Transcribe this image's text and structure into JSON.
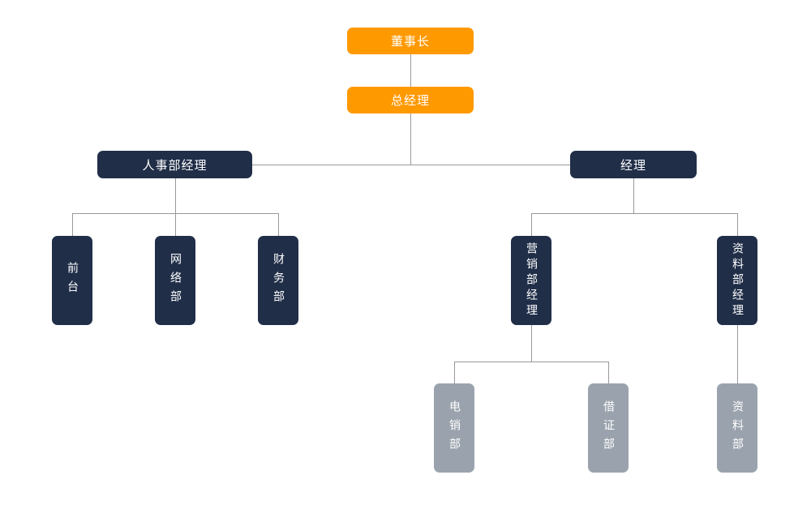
{
  "colors": {
    "executive": "#FF9900",
    "manager": "#202E48",
    "department": "#9AA3AD",
    "line": "#999999",
    "text": "#FFFFFF",
    "background": "#FFFFFF"
  },
  "nodes": {
    "chairman": {
      "label": "董事长"
    },
    "general_manager": {
      "label": "总经理"
    },
    "hr_manager": {
      "label": "人事部经理"
    },
    "manager": {
      "label": "经理"
    },
    "front_desk": {
      "label": "前台"
    },
    "network_dept": {
      "label": "网络部"
    },
    "finance_dept": {
      "label": "财务部"
    },
    "marketing_manager": {
      "label": "营销部经理"
    },
    "data_manager": {
      "label": "资料部经理"
    },
    "telemarketing_dept": {
      "label": "电销部"
    },
    "certificate_dept": {
      "label": "借证部"
    },
    "data_dept": {
      "label": "资料部"
    }
  },
  "edges": [
    {
      "from": "chairman",
      "to": "general_manager"
    },
    {
      "from": "general_manager",
      "to": "hr_manager"
    },
    {
      "from": "general_manager",
      "to": "manager"
    },
    {
      "from": "hr_manager",
      "to": "front_desk"
    },
    {
      "from": "hr_manager",
      "to": "network_dept"
    },
    {
      "from": "hr_manager",
      "to": "finance_dept"
    },
    {
      "from": "manager",
      "to": "marketing_manager"
    },
    {
      "from": "manager",
      "to": "data_manager"
    },
    {
      "from": "marketing_manager",
      "to": "telemarketing_dept"
    },
    {
      "from": "marketing_manager",
      "to": "certificate_dept"
    },
    {
      "from": "data_manager",
      "to": "data_dept"
    }
  ]
}
